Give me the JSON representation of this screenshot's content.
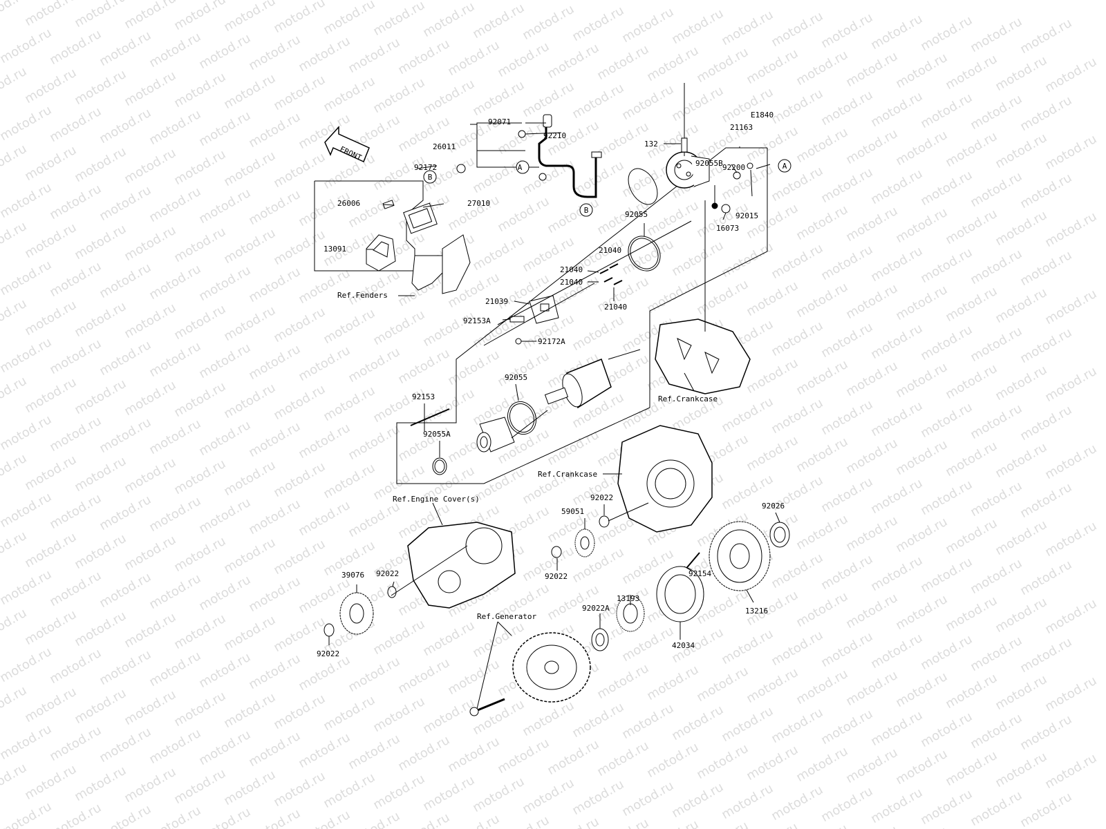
{
  "diagram_code": "E1840",
  "watermark_text": "motod.ru",
  "front_label": "FRONT",
  "callouts": {
    "A": "A",
    "B": "B"
  },
  "parts": {
    "p92071": "92071",
    "p92210": "92210",
    "p26011": "26011",
    "p21163": "21163",
    "p132": "132",
    "p92200": "92200",
    "p92055B": "92055B",
    "p92015": "92015",
    "p16073": "16073",
    "p92172": "92172",
    "p27010": "27010",
    "p26006": "26006",
    "p13091": "13091",
    "p92055_top": "92055",
    "p21040_a": "21040",
    "p21040_b": "21040",
    "p21040_c": "21040",
    "p21040_d": "21040",
    "p21039": "21039",
    "p92153A": "92153A",
    "p92172A": "92172A",
    "p92055_mid": "92055",
    "p92153": "92153",
    "p92055A": "92055A",
    "p59051": "59051",
    "p92022_a": "92022",
    "p92026": "92026",
    "p92022_b": "92022",
    "p92154": "92154",
    "p39076": "39076",
    "p92022_c": "92022",
    "p13193": "13193",
    "p92022A": "92022A",
    "p13216": "13216",
    "p42034": "42034",
    "p92022_d": "92022"
  },
  "references": {
    "fenders": "Ref.Fenders",
    "crankcase_upper": "Ref.Crankcase",
    "crankcase_lower": "Ref.Crankcase",
    "engine_cover": "Ref.Engine Cover(s)",
    "generator": "Ref.Generator"
  }
}
